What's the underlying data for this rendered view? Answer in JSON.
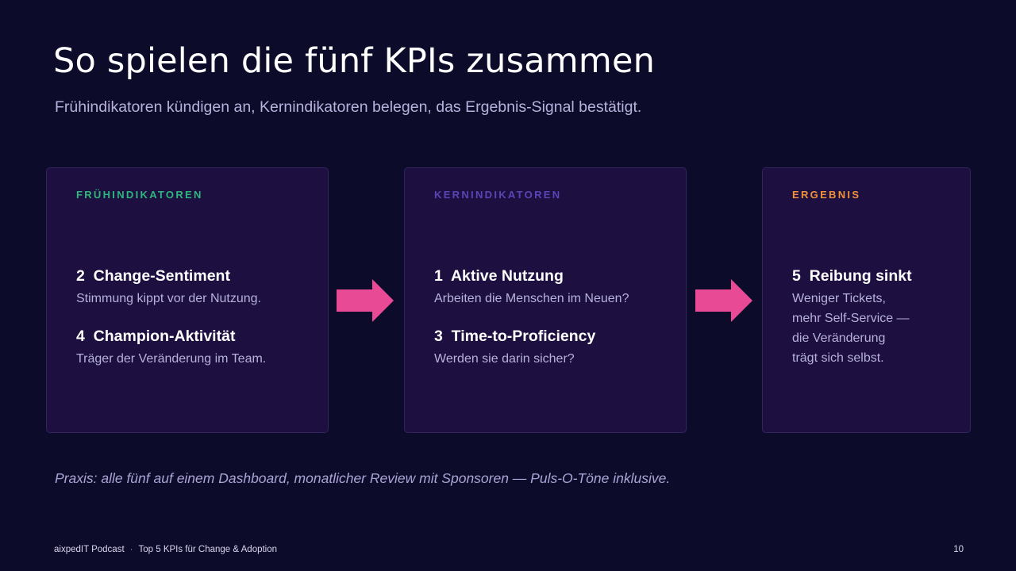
{
  "slide": {
    "title": "So spielen die fünf KPIs zusammen",
    "subtitle": "Frühindikatoren kündigen an, Kernindikatoren belegen, das Ergebnis-Signal bestätigt."
  },
  "colors": {
    "background": "#0d0b2a",
    "card_background": "#1d0f3f",
    "arrow": "#e84a96",
    "early_label": "#2fb67e",
    "core_label": "#5a45b8",
    "result_label": "#f0923a"
  },
  "cards": [
    {
      "label": "FRÜHINDIKATOREN",
      "items": [
        {
          "heading": "2  Change-Sentiment",
          "description": "Stimmung kippt vor der Nutzung."
        },
        {
          "heading": "4  Champion-Aktivität",
          "description": "Träger der Veränderung im Team."
        }
      ]
    },
    {
      "label": "KERNINDIKATOREN",
      "items": [
        {
          "heading": "1  Aktive Nutzung",
          "description": "Arbeiten die Menschen im Neuen?"
        },
        {
          "heading": "3  Time-to-Proficiency",
          "description": "Werden sie darin sicher?"
        }
      ]
    },
    {
      "label": "ERGEBNIS",
      "items": [
        {
          "heading": "5  Reibung sinkt",
          "description": "Weniger Tickets,\nmehr Self-Service —\ndie Veränderung\nträgt sich selbst."
        }
      ]
    }
  ],
  "practice_note": "Praxis: alle fünf auf einem Dashboard, monatlicher Review mit Sponsoren — Puls-O-Töne inklusive.",
  "footer": {
    "podcast": "aixpedIT Podcast",
    "separator": "·",
    "episode": "Top 5 KPIs für Change & Adoption",
    "page_number": "10"
  }
}
